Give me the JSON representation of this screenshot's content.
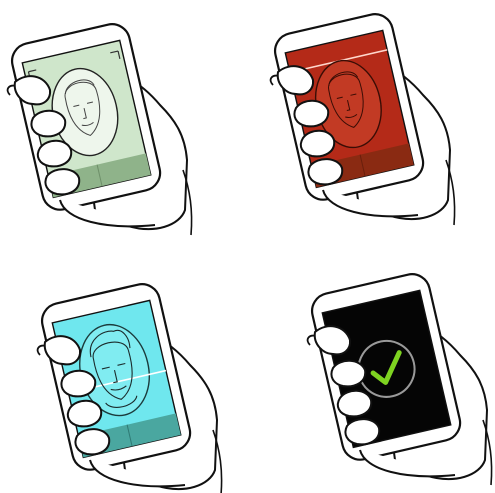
{
  "panels": [
    {
      "step": "scan-start",
      "screen_color": "#cfe6cb",
      "bottom_bar_color": "#8fb38a",
      "face_oval": true,
      "scan_line": false
    },
    {
      "step": "scan-fail",
      "screen_color": "#b42a18",
      "bottom_bar_color": "#8a2a12",
      "face_oval": true,
      "scan_line": true
    },
    {
      "step": "scan-progress",
      "screen_color": "#6fe7ee",
      "bottom_bar_color": "#4aa7a0",
      "face_oval": true,
      "scan_line": true
    },
    {
      "step": "scan-success",
      "screen_color": "#050505",
      "bottom_bar_color": "#050505",
      "face_oval": false,
      "check_icon": "check-icon",
      "check_color": "#7ed321"
    }
  ],
  "colors": {
    "outline": "#111111",
    "skin": "#ffffff",
    "phone_body": "#ffffff"
  }
}
